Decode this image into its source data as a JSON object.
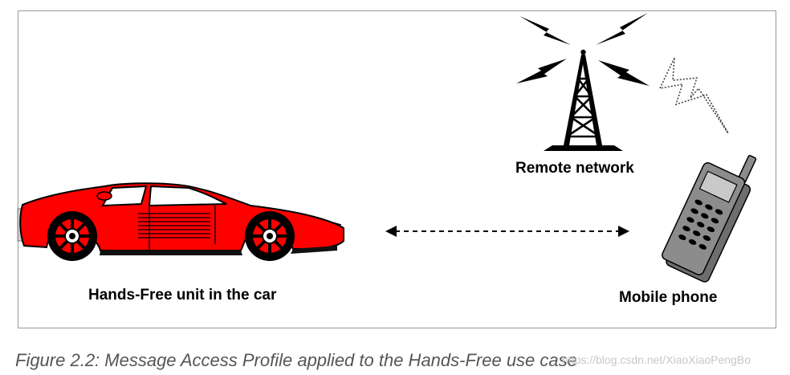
{
  "diagram": {
    "labels": {
      "remote_network": "Remote network",
      "hands_free_unit": "Hands-Free unit in the car",
      "mobile_phone": "Mobile phone"
    },
    "colors": {
      "car_body": "#ff0000",
      "car_outline": "#000000",
      "phone_body": "#8c8c8c",
      "phone_screen": "#c9c9c9",
      "tower": "#000000",
      "frame_border": "#9a9a9a"
    },
    "icons": [
      "sports-car-icon",
      "radio-tower-icon",
      "lightning-bolt-icon",
      "mobile-phone-icon",
      "double-arrow-icon"
    ]
  },
  "caption": "Figure 2.2: Message Access Profile applied to the Hands-Free use case",
  "watermark": "https://blog.csdn.net/XiaoXiaoPengBo"
}
